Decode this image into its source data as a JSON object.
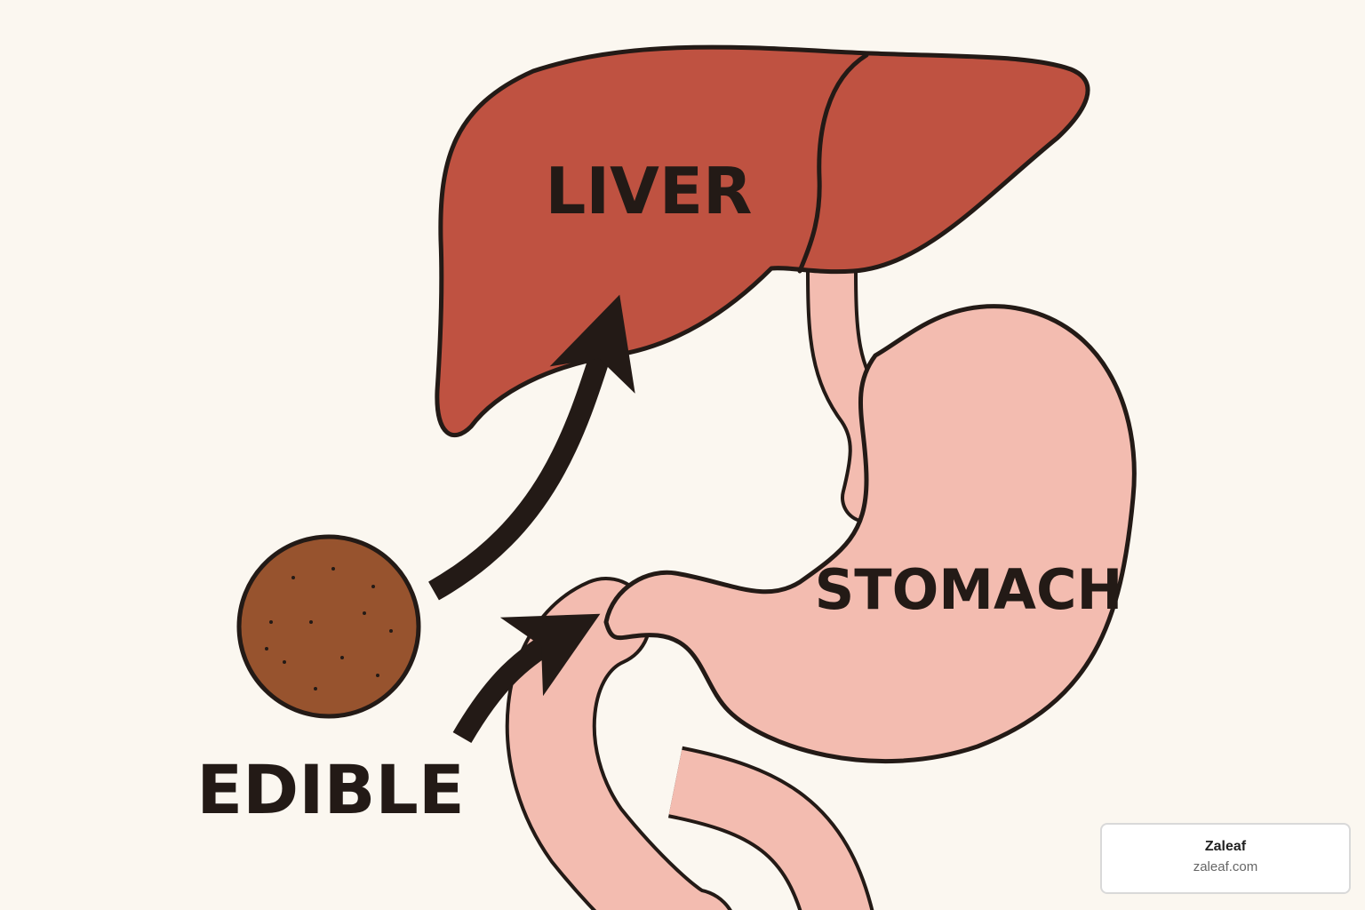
{
  "labels": {
    "liver": "LIVER",
    "stomach": "STOMACH",
    "edible": "EDIBLE"
  },
  "watermark": {
    "name": "Zaleaf",
    "url": "zaleaf.com"
  },
  "colors": {
    "background": "#fbf7f0",
    "liver": "#bf5241",
    "stomach": "#f3bcb0",
    "edible": "#97532e",
    "outline": "#231a16"
  },
  "icons": {
    "edible": "edible-icon",
    "arrow_to_liver": "arrow-to-liver",
    "arrow_to_stomach": "arrow-to-stomach"
  }
}
